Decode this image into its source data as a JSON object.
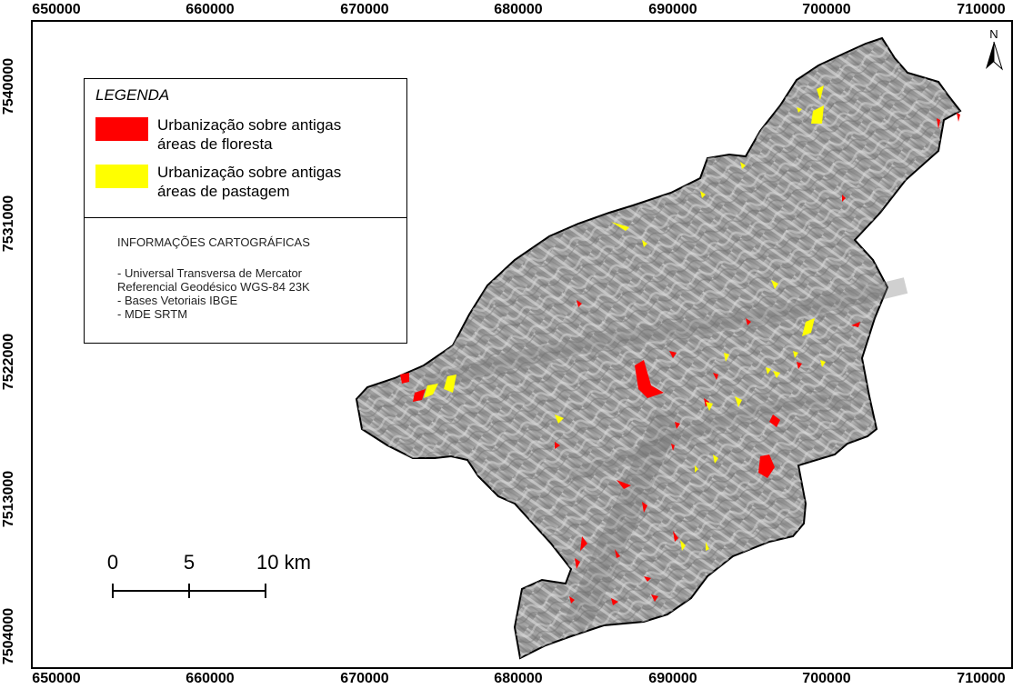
{
  "x_ticks": [
    "650000",
    "660000",
    "670000",
    "680000",
    "690000",
    "700000",
    "710000"
  ],
  "y_ticks": [
    "7540000",
    "7531000",
    "7522000",
    "7513000",
    "7504000"
  ],
  "legend": {
    "title": "LEGENDA",
    "items": [
      {
        "line1": "Urbanização sobre antigas",
        "line2": "áreas de floresta",
        "color": "#ff0000"
      },
      {
        "line1": "Urbanização sobre antigas",
        "line2": "áreas de pastagem",
        "color": "#ffff00"
      }
    ],
    "carto_title": "INFORMAÇÕES CARTOGRÁFICAS",
    "carto_lines": [
      "- Universal Transversa de Mercator",
      "Referencial Geodésico WGS-84 23K",
      "- Bases Vetoriais IBGE",
      "- MDE SRTM"
    ]
  },
  "scale": {
    "labels": [
      "0",
      "5",
      "10 km"
    ]
  },
  "north": "N",
  "colors": {
    "terrain": "#9a9a9a",
    "forest_urban": "#ff0000",
    "pasture_urban": "#ffff00"
  }
}
